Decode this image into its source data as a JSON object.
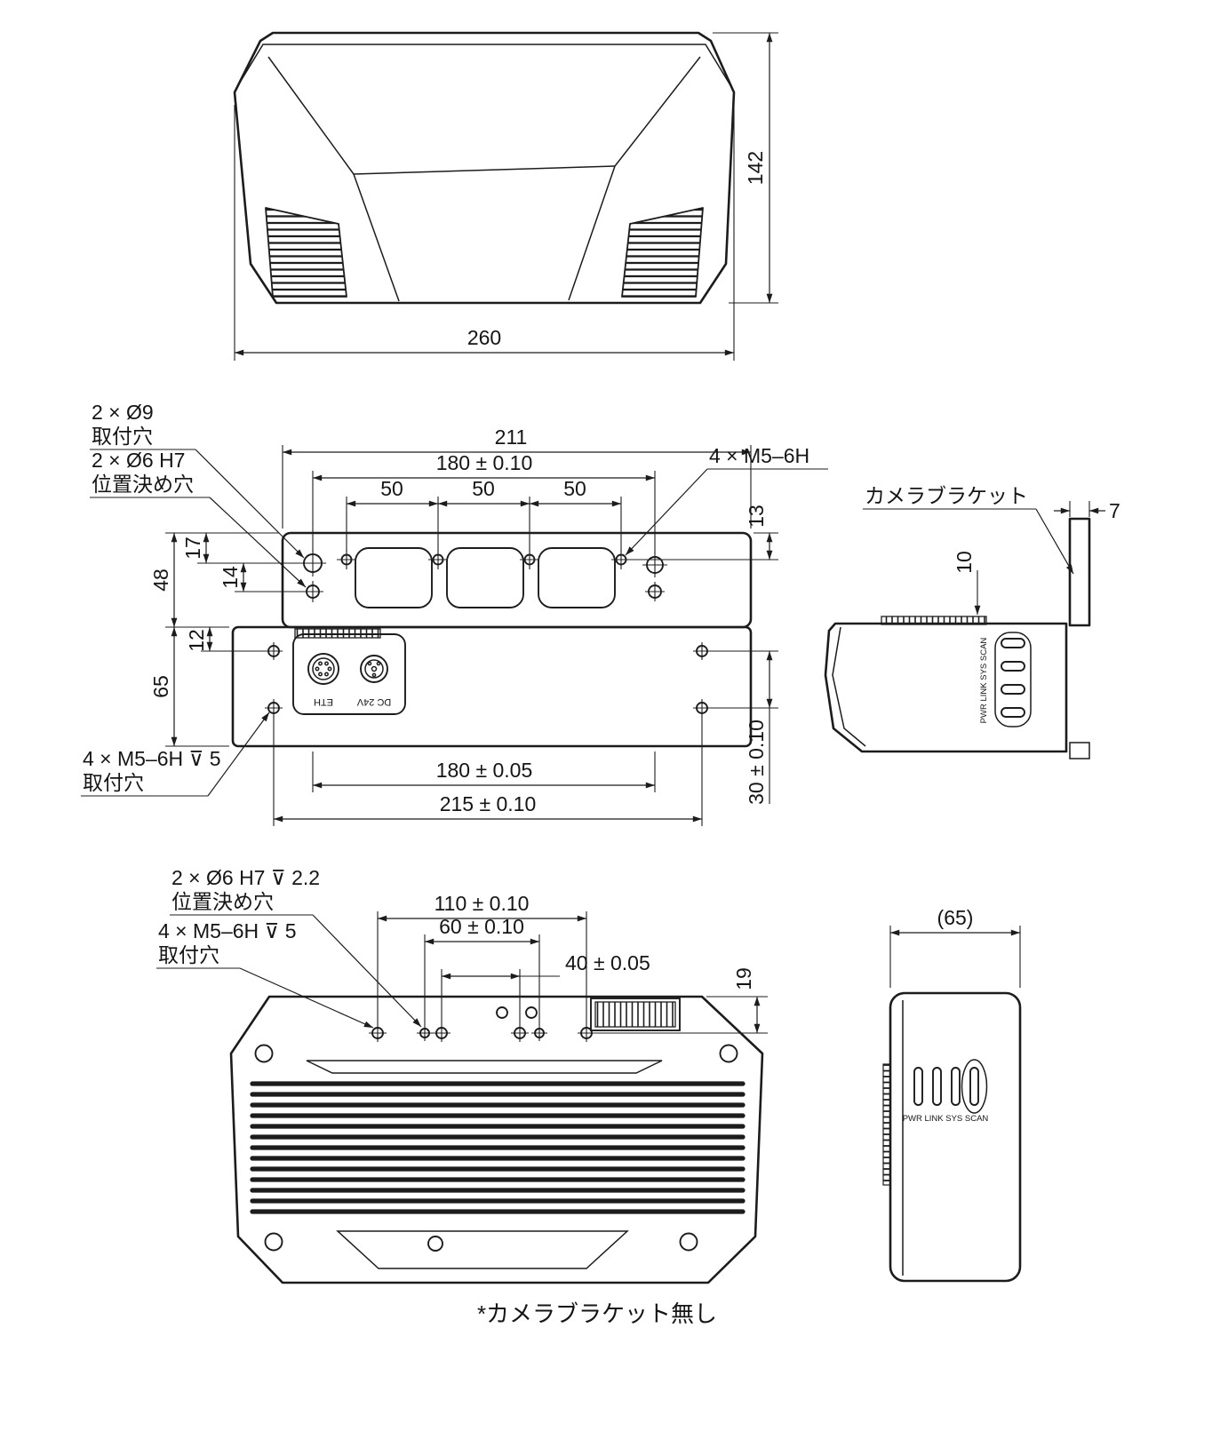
{
  "drawing": {
    "front": {
      "dim_width": "260",
      "dim_height": "142"
    },
    "top": {
      "labels": {
        "holes9_line1": "2 × Ø9",
        "holes9_line2": "取付穴",
        "holes6_line1": "2 × Ø6 H7",
        "holes6_line2": "位置決め穴",
        "m5_top": "4 × M5–6H",
        "m5_side_line1": "4 × M5–6H ⊽ 5",
        "m5_side_line2": "取付穴"
      },
      "dims": {
        "w211": "211",
        "w180_tol10": "180 ± 0.10",
        "w50": "50",
        "h13": "13",
        "h17": "17",
        "h14": "14",
        "h48": "48",
        "h12": "12",
        "h65": "65",
        "w180_tol05": "180 ± 0.05",
        "w215": "215 ± 0.10",
        "h30": "30 ± 0.10"
      },
      "connectors": {
        "eth": "ETH",
        "dc24v": "DC 24V"
      }
    },
    "side": {
      "bracket_label": "カメラブラケット",
      "dim_bracket_w": "7",
      "dim_fin": "10",
      "led_labels": "PWR LINK SYS SCAN"
    },
    "bottom": {
      "labels": {
        "pos_line1": "2 × Ø6 H7 ⊽ 2.2",
        "pos_line2": "位置決め穴",
        "m5_line1": "4 × M5–6H ⊽ 5",
        "m5_line2": "取付穴"
      },
      "dims": {
        "w110": "110 ± 0.10",
        "w60": "60 ± 0.10",
        "w40": "40 ± 0.05",
        "h19": "19"
      },
      "footnote": "*カメラブラケット無し"
    },
    "side2": {
      "dim_width": "(65)",
      "led_labels": "PWR LINK SYS SCAN"
    }
  }
}
